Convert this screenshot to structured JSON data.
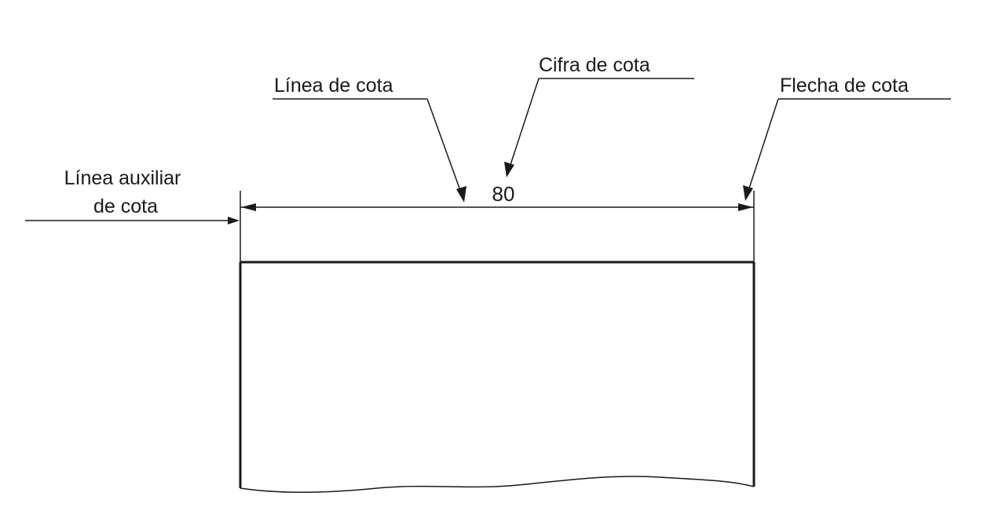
{
  "labels": {
    "dimension_line": "Línea de cota",
    "dimension_figure": "Cifra de cota",
    "dimension_arrow": "Flecha de cota",
    "extension_line_1": "Línea auxiliar",
    "extension_line_2": "de cota"
  },
  "dimension": {
    "value": "80"
  }
}
